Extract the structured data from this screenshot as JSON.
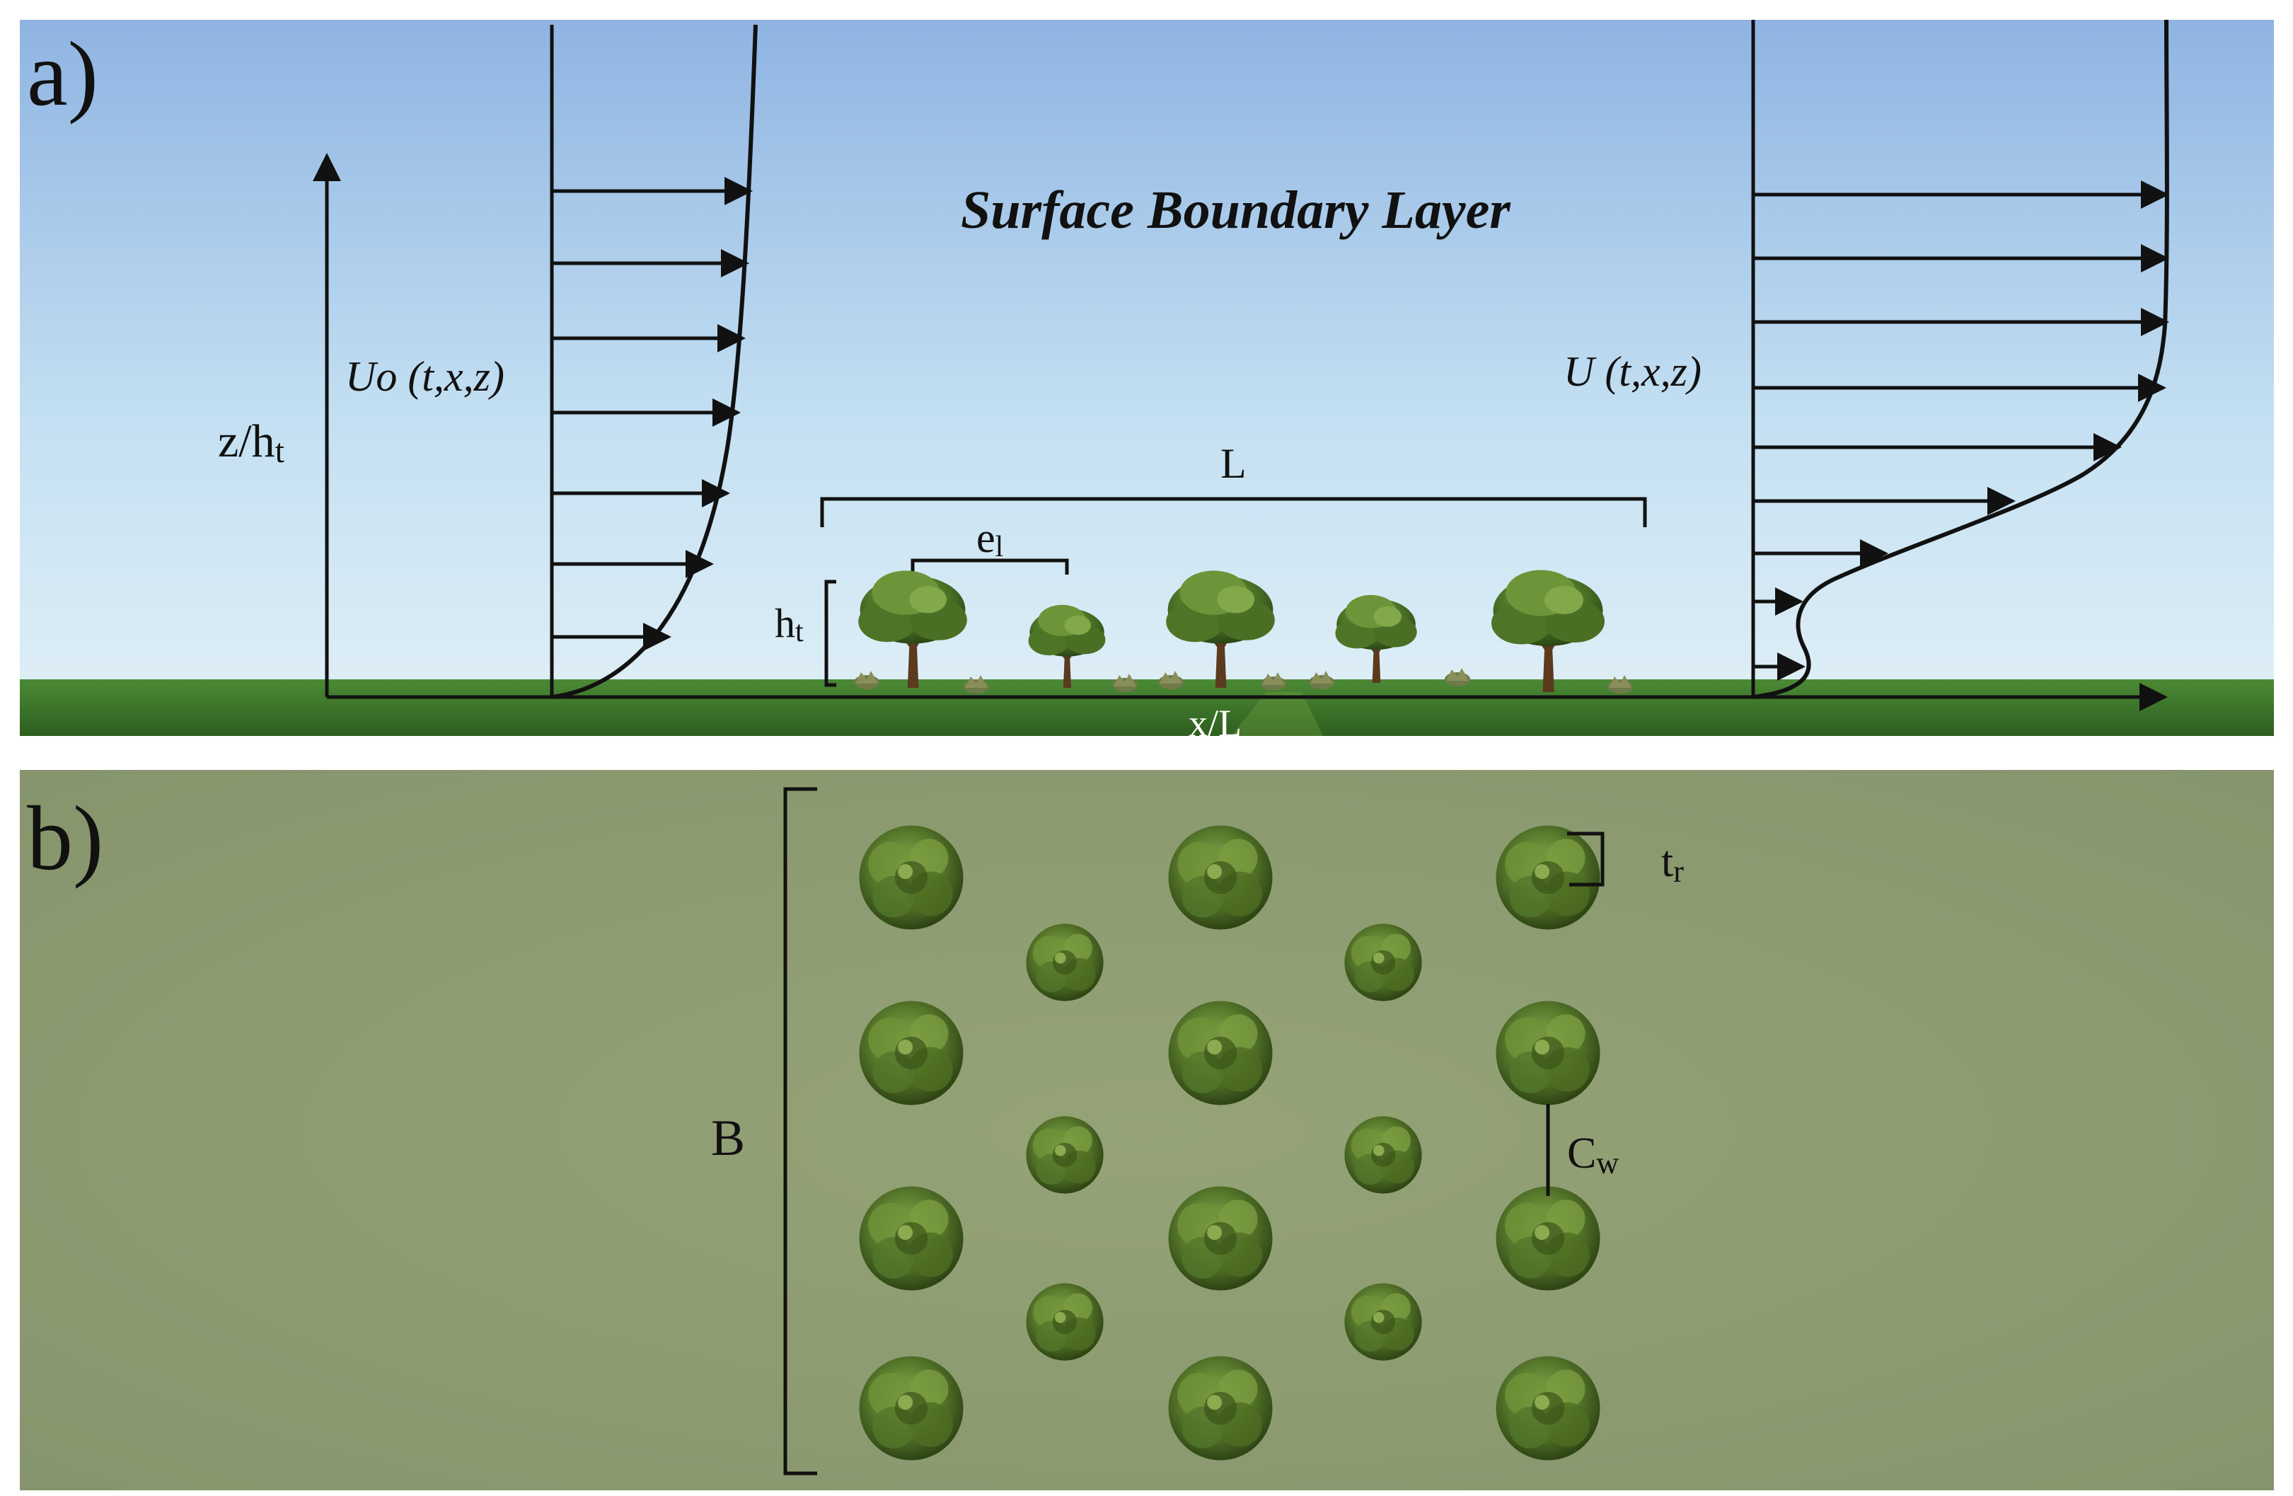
{
  "panel_a": {
    "tag": "a)",
    "title": "Surface Boundary Layer",
    "y_axis_label": "z/h",
    "y_axis_label_sub": "t",
    "x_axis_label": "x/L",
    "inflow_label": "Uo (t,x,z)",
    "outflow_label": "U (t,x,z)",
    "length_label": "L",
    "spacing_label": "e",
    "spacing_label_sub": "l",
    "height_label": "h",
    "height_label_sub": "t",
    "colors": {
      "sky_top": "#8fb5e3",
      "sky_bottom": "#d6ecf5",
      "ground": "#3e7a2a",
      "ink": "#111111"
    }
  },
  "panel_b": {
    "tag": "b)",
    "width_label": "B",
    "crown_label": "t",
    "crown_label_sub": "r",
    "clearance_label": "C",
    "clearance_label_sub": "w",
    "colors": {
      "field": "#8c9a6e",
      "tree_dark": "#3f5a1e",
      "tree_light": "#7d9c43"
    }
  }
}
